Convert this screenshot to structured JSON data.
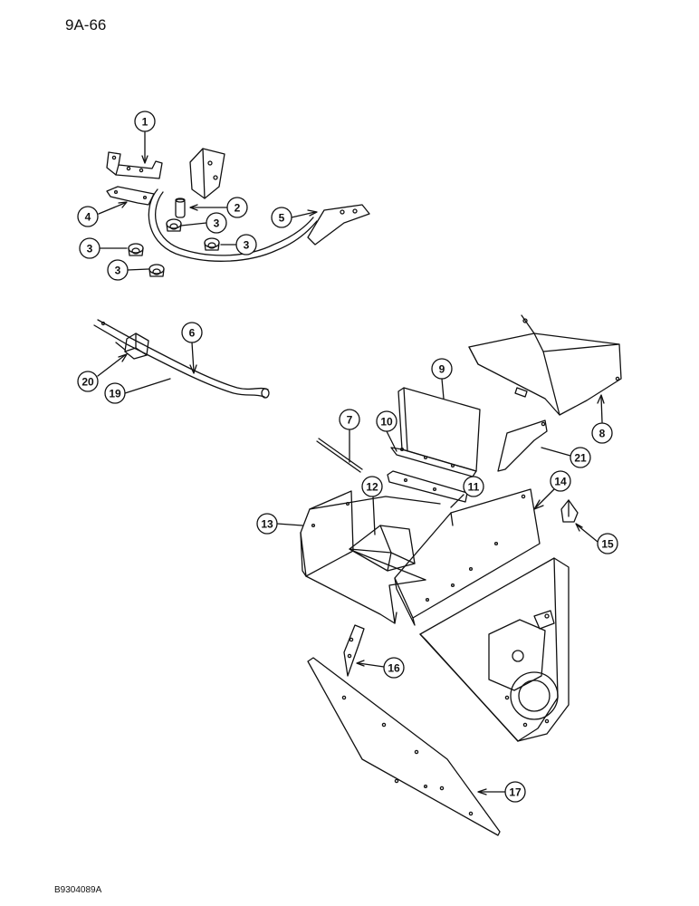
{
  "page_code": "9A-66",
  "figure_code": "B9304089A",
  "colors": {
    "ink": "#111111",
    "paper": "#ffffff"
  },
  "callouts": [
    {
      "id": "c1",
      "label": "1"
    },
    {
      "id": "c2",
      "label": "2"
    },
    {
      "id": "c3a",
      "label": "3"
    },
    {
      "id": "c3b",
      "label": "3"
    },
    {
      "id": "c3c",
      "label": "3"
    },
    {
      "id": "c3d",
      "label": "3"
    },
    {
      "id": "c4",
      "label": "4"
    },
    {
      "id": "c5",
      "label": "5"
    },
    {
      "id": "c6",
      "label": "6"
    },
    {
      "id": "c7",
      "label": "7"
    },
    {
      "id": "c8",
      "label": "8"
    },
    {
      "id": "c9",
      "label": "9"
    },
    {
      "id": "c10",
      "label": "10"
    },
    {
      "id": "c11",
      "label": "11"
    },
    {
      "id": "c12",
      "label": "12"
    },
    {
      "id": "c13",
      "label": "13"
    },
    {
      "id": "c14",
      "label": "14"
    },
    {
      "id": "c15",
      "label": "15"
    },
    {
      "id": "c16",
      "label": "16"
    },
    {
      "id": "c17",
      "label": "17"
    },
    {
      "id": "c19",
      "label": "19"
    },
    {
      "id": "c20",
      "label": "20"
    },
    {
      "id": "c21",
      "label": "21"
    }
  ]
}
